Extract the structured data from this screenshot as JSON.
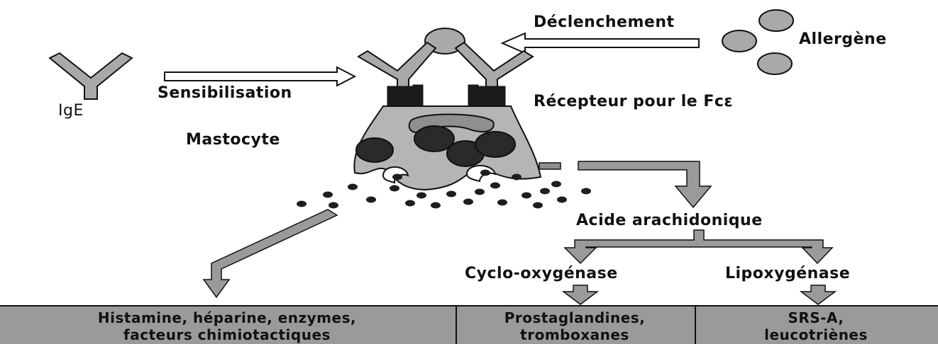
{
  "labels": {
    "ige": "IgE",
    "sensitization": "Sensibilisation",
    "trigger": "Déclenchement",
    "allergen": "Allergène",
    "receptor": "Récepteur pour le Fcε",
    "mast_cell": "Mastocyte",
    "arachidonic_acid": "Acide arachidonique",
    "cyclooxygenase": "Cyclo-oxygénase",
    "lipoxygenase": "Lipoxygénase"
  },
  "products": [
    {
      "line1": "Histamine, héparine, enzymes,",
      "line2": "facteurs chimiotactiques"
    },
    {
      "line1": "Prostaglandines,",
      "line2": "tromboxanes"
    },
    {
      "line1": "SRS-A,",
      "line2": "leucotriènes"
    }
  ],
  "colors": {
    "ink": "#111111",
    "shape_fill": "#a9a9a9",
    "granule": "#2a2a2a",
    "product_band": "#9a9a9a",
    "background": "#ffffff"
  }
}
